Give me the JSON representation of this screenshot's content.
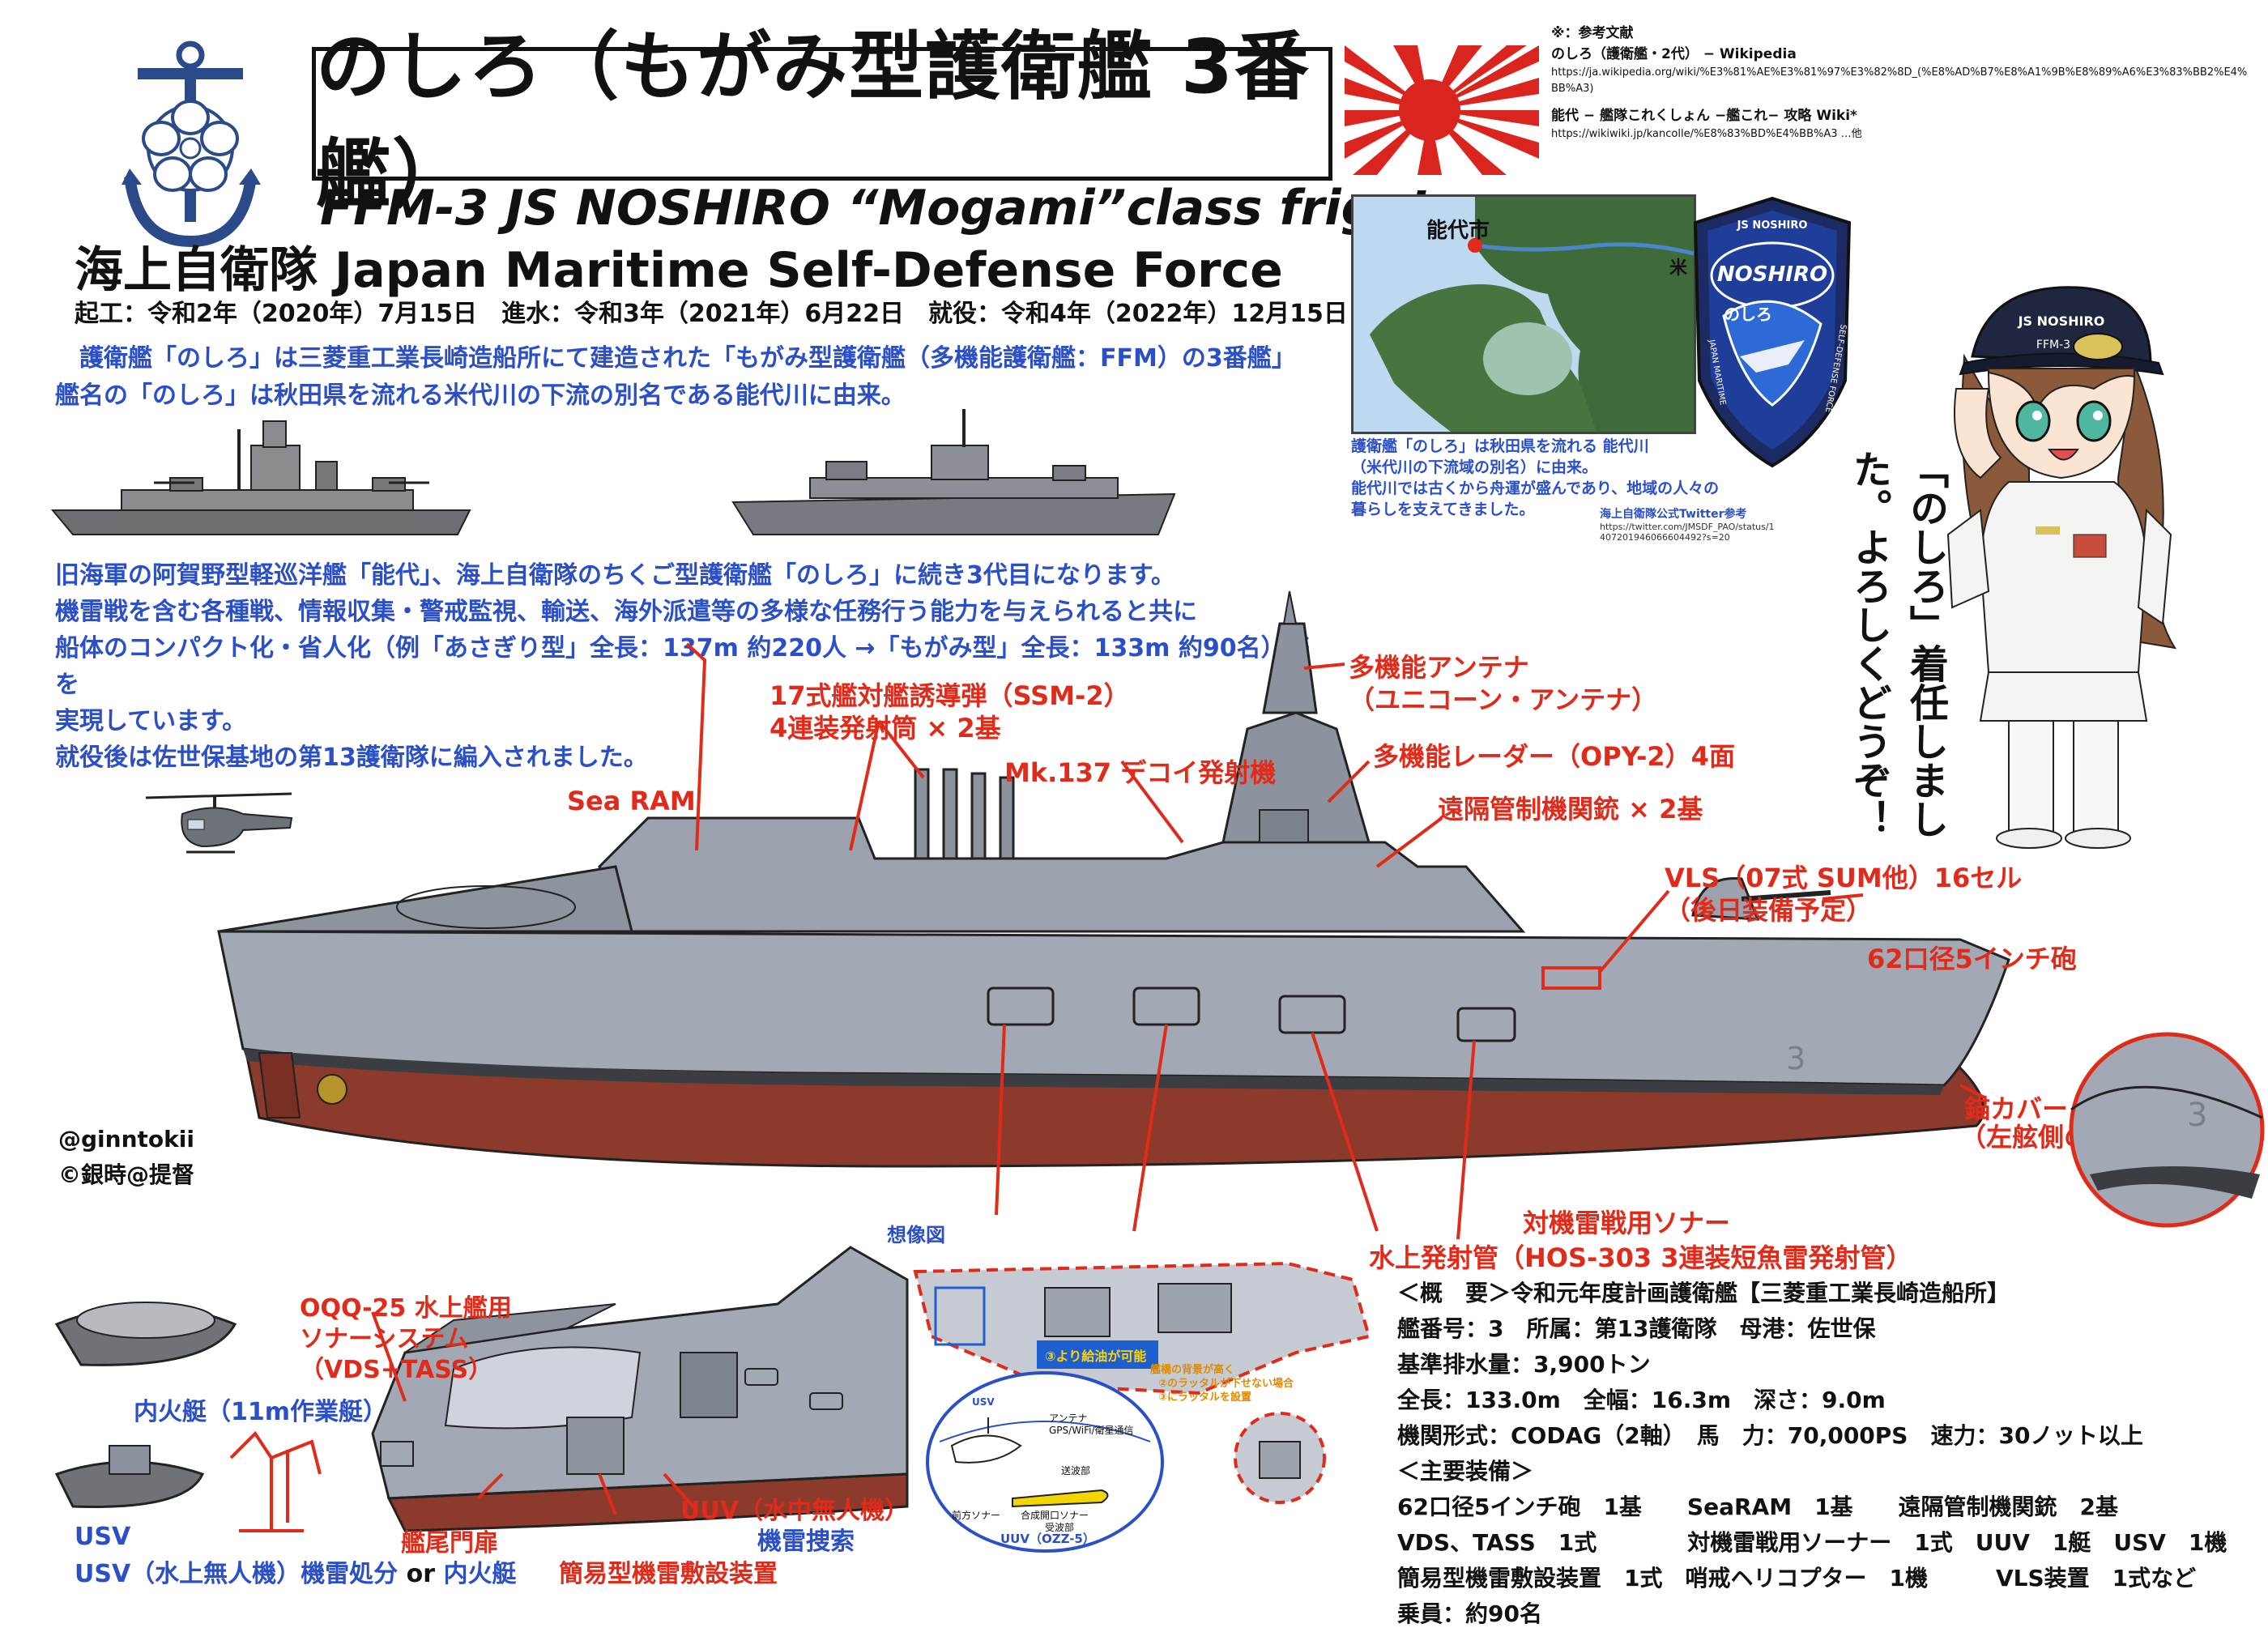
{
  "title": "のしろ（もがみ型護衛艦 3番艦）",
  "subtitle_en": "FFM-3  JS  NOSHIRO  “Mogami”class frigate",
  "jmsdf": "海上自衛隊  Japan Maritime Self-Defense Force",
  "dates": "起工：令和2年（2020年）7月15日　進水：令和3年（2021年）6月22日　就役：令和4年（2022年）12月15日",
  "intro": [
    "　護衛艦「のしろ」は三菱重工業長崎造船所にて建造された「もがみ型護衛艦（多機能護衛艦：FFM）の3番艦」",
    "艦名の「のしろ」は秋田県を流れる米代川の下流の別名である能代川に由来。"
  ],
  "history": [
    "旧海軍の阿賀野型軽巡洋艦「能代」、海上自衛隊のちくご型護衛艦「のしろ」に続き3代目になります。",
    "機雷戦を含む各種戦、情報収集・警戒監視、輸送、海外派遣等の多様な任務行う能力を与えられると共に",
    "船体のコンパクト化・省人化（例「あさぎり型」全長：137m 約220人 →「もがみ型」全長：133m 約90名）等を",
    "実現しています。",
    "就役後は佐世保基地の第13護衛隊に編入されました。"
  ],
  "references": {
    "heading": "※：参考文献",
    "ref1_title": "のしろ（護衛艦・2代） − Wikipedia",
    "ref1_url": "https://ja.wikipedia.org/wiki/%E3%81%AE%E3%81%97%E3%82%8D_(%E8%AD%B7%E8%A1%9B%E8%89%A6%E3%83%BB2%E4%BB%A3)",
    "ref2_title": "能代 − 艦隊これくしょん −艦これ− 攻略 Wiki*",
    "ref2_url": "https://wikiwiki.jp/kancolle/%E8%83%BD%E4%BB%A3 …他"
  },
  "map": {
    "city_label": "能代市",
    "river_label": "米",
    "caption": [
      "護衛艦「のしろ」は秋田県を流れる 能代川",
      "（米代川の下流域の別名）に由来。",
      "能代川では古くから舟運が盛んであり、地域の人々の",
      "暮らしを支えてきました。"
    ],
    "credit": "海上自衛隊公式Twitter参考",
    "credit_url": "https://twitter.com/JMSDF_PAO/status/1407201946066604492?s=20"
  },
  "emblem": {
    "top_text": "JS NOSHIRO",
    "brand": "NOSHIRO",
    "name_kana": "のしろ",
    "left_text": "JAPAN MARITIME",
    "right_text": "SELF-DEFENSE FORCE"
  },
  "character": {
    "cap_text": "JS NOSHIRO",
    "cap_code": "FFM-3"
  },
  "greeting": "「のしろ」着任しました。よろしくどうぞ！",
  "callouts": {
    "searam": "Sea RAM",
    "ssm": "17式艦対艦誘導弾（SSM-2）",
    "ssm2": "4連装発射筒 × 2基",
    "decoy": "Mk.137 デコイ発射機",
    "antenna": "多機能アンテナ",
    "antenna2": "（ユニコーン・アンテナ）",
    "radar": "多機能レーダー（OPY-2）4面",
    "mg": "遠隔管制機関銃 × 2基",
    "vls": "VLS（07式 SUM他）16セル",
    "vls2": "（後日装備予定）",
    "gun": "62口径5インチ砲",
    "anchor": "錨カバー",
    "anchor2": "（左舷側のみ）",
    "sonar": "対機雷戦用ソナー",
    "torpedo": "水上発射管（HOS-303 3連装短魚雷発射管）",
    "hull_number": "3"
  },
  "signature": {
    "handle": "@ginntokii",
    "copyright": "©銀時@提督"
  },
  "lower": {
    "imagine": "想像図",
    "oqq": "OQQ-25 水上艦用",
    "oqq2": "ソナーシステム",
    "oqq3": "（VDS+TASS）",
    "boat": "内火艇（11m作業艇）",
    "usv": "USV",
    "usv_full_a": "USV（水上無人機）",
    "usv_full_b": "機雷処分",
    "usv_full_c": "or",
    "usv_full_d": "内火艇",
    "stern_door": "艦尾門扉",
    "mine_layer": "簡易型機雷敷設装置",
    "uuv": "UUV（水中無人機）",
    "uuv2": "機雷捜索",
    "inset_usv": "USV",
    "inset_antenna": "アンテナ",
    "inset_gps": "GPS/WiFi/衛星通信",
    "inset_tx": "送波部",
    "inset_sonar": "合成開口ソナー",
    "inset_rx": "受波部",
    "inset_front": "前方ソナー",
    "inset_uuv": "UUV（OZZ-5）",
    "step3": "③より給油が可能",
    "note_a": "艦橋の背景が高く",
    "note_b": "②のラッタルが下せない場合",
    "note_c": "③にラッタルを設置"
  },
  "spec": {
    "heading": "＜概　要＞令和元年度計画護衛艦【三菱重工業長崎造船所】",
    "line1": "艦番号：3　所属：第13護衛隊　母港：佐世保",
    "line2": "基準排水量：3,900トン",
    "line3": "全長：133.0m　全幅：16.3m　深さ：9.0m",
    "line4": "機関形式：CODAG（2軸）　馬　力：70,000PS　速力：30ノット以上",
    "line5": "＜主要装備＞",
    "line6": "62口径5インチ砲　1基　　SeaRAM　1基　　遠隔管制機関銃　2基",
    "line7": "VDS、TASS　1式　　　　対機雷戦用ソーナー　1式　UUV　1艇　USV　1機",
    "line8": "簡易型機雷敷設装置　1式　哨戒ヘリコプター　1機　　　VLS装置　1式など",
    "line9": "乗員：約90名"
  },
  "colors": {
    "accent_blue": "#2a4fc7",
    "accent_red": "#e02a1a",
    "hull_gray": "#a3a9b4",
    "hull_red": "#8c3a2c",
    "deck_gray": "#8e949e"
  }
}
